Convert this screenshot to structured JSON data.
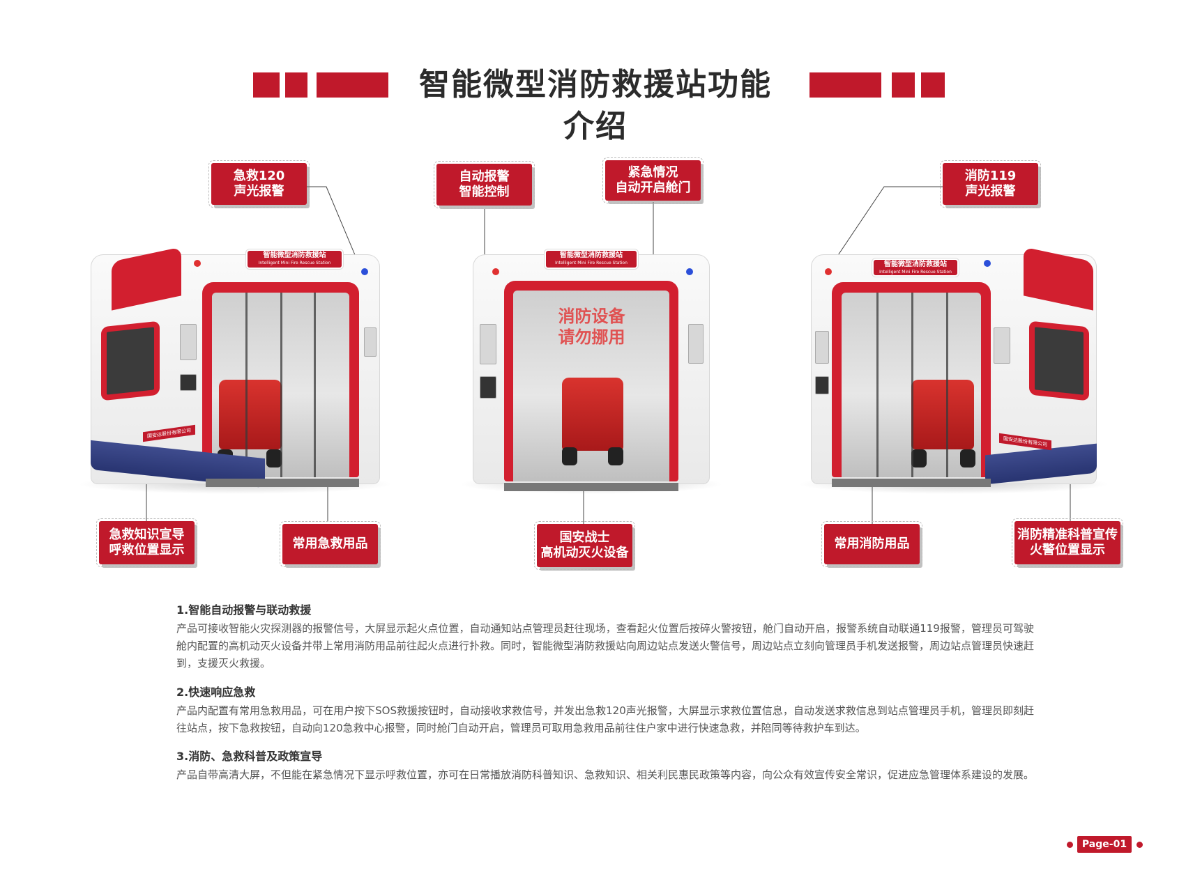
{
  "header": {
    "title": "智能微型消防救援站功能介绍"
  },
  "callouts": {
    "emergency_120": [
      "急救120",
      "声光报警"
    ],
    "auto_alarm": [
      "自动报警",
      "智能控制"
    ],
    "auto_open": [
      "紧急情况",
      "自动开启舱门"
    ],
    "fire_119": [
      "消防119",
      "声光报警"
    ],
    "first_aid_info": [
      "急救知识宣导",
      "呼救位置显示"
    ],
    "first_aid_supplies": [
      "常用急救用品"
    ],
    "guoan_equipment": [
      "国安战士",
      "高机动灭火设备"
    ],
    "fire_supplies": [
      "常用消防用品"
    ],
    "fire_science": [
      "消防精准科普宣传",
      "火警位置显示"
    ]
  },
  "booth": {
    "sign_cn": "智能微型消防救援站",
    "sign_en": "Intelligent Mini Fire Rescue Station",
    "side_text": "智能微型消防救援站",
    "wall_text": [
      "消防设备",
      "请勿挪用"
    ],
    "company": "国安达股份有限公司"
  },
  "sections": [
    {
      "title": "1.智能自动报警与联动救援",
      "body": "产品可接收智能火灾探测器的报警信号，大屏显示起火点位置，自动通知站点管理员赶往现场，查看起火位置后按碎火警按钮，舱门自动开启，报警系统自动联通119报警，管理员可驾驶舱内配置的高机动灭火设备并带上常用消防用品前往起火点进行扑救。同时，智能微型消防救援站向周边站点发送火警信号，周边站点立刻向管理员手机发送报警，周边站点管理员快速赶到，支援灭火救援。"
    },
    {
      "title": "2.快速响应急救",
      "body": "产品内配置有常用急救用品，可在用户按下SOS救援按钮时，自动接收求救信号，并发出急救120声光报警，大屏显示求救位置信息，自动发送求救信息到站点管理员手机，管理员即刻赶往站点，按下急救按钮，自动向120急救中心报警，同时舱门自动开启，管理员可取用急救用品前往住户家中进行快速急救，并陪同等待救护车到达。"
    },
    {
      "title": "3.消防、急救科普及政策宣导",
      "body": "产品自带高清大屏，不但能在紧急情况下显示呼救位置，亦可在日常播放消防科普知识、急救知识、相关利民惠民政策等内容，向公众有效宣传安全常识，促进应急管理体系建设的发展。"
    }
  ],
  "footer": {
    "page": "Page-01"
  },
  "colors": {
    "brand_red": "#c0192b",
    "base_navy": "#283471"
  }
}
